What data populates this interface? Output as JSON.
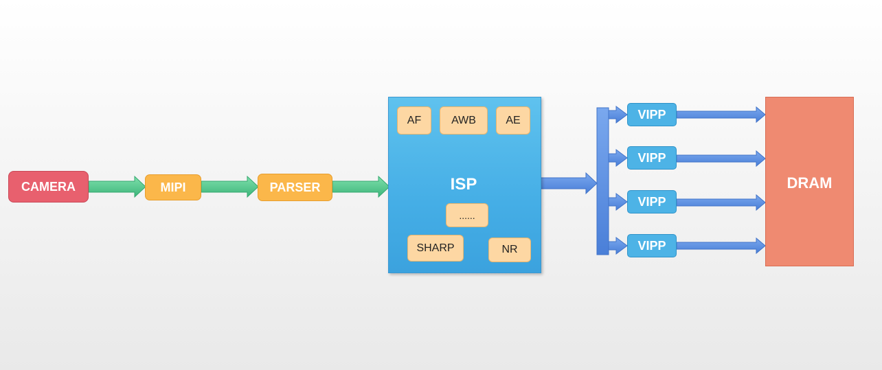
{
  "nodes": {
    "camera": "CAMERA",
    "mipi": "MIPI",
    "parser": "PARSER",
    "isp": "ISP",
    "dram": "DRAM"
  },
  "isp_modules": {
    "af": "AF",
    "awb": "AWB",
    "ae": "AE",
    "more": "......",
    "sharp": "SHARP",
    "nr": "NR"
  },
  "vipp_outputs": [
    "VIPP",
    "VIPP",
    "VIPP",
    "VIPP"
  ],
  "colors": {
    "camera": "#e8606e",
    "mipi_parser": "#fbb74a",
    "isp": "#45aee6",
    "isp_module": "#fdd7a3",
    "vipp": "#4db3e6",
    "dram": "#ef8a71",
    "input_arrow": "#4cc28a",
    "output_arrow": "#5b8fe2"
  }
}
